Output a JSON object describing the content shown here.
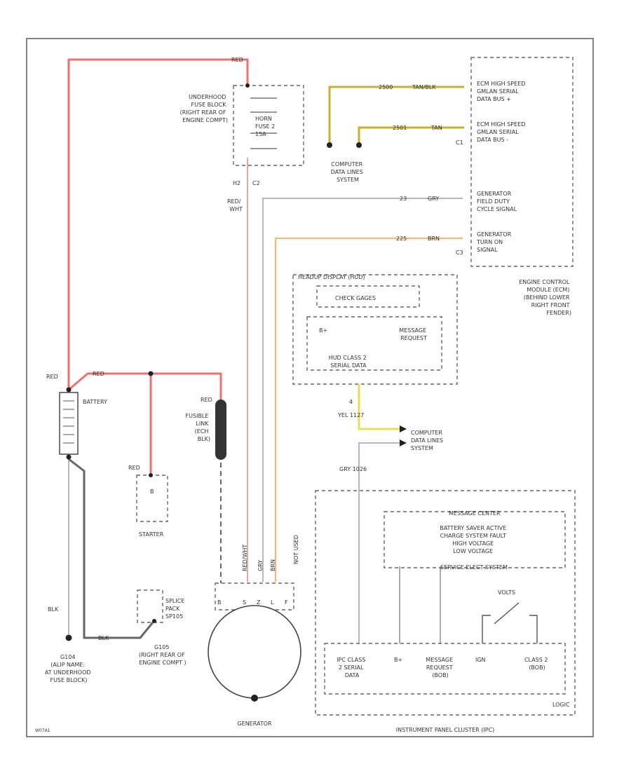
{
  "labels": {
    "underhood_fuse_block": [
      "UNDERHOOD",
      "FUSE BLOCK",
      "(RIGHT REAR OF",
      "ENGINE COMPT)"
    ],
    "horn_fuse": [
      "HORN",
      "FUSE 2",
      "15A"
    ],
    "c_h2": "H2",
    "c_c2": "C2",
    "red_wht": [
      "RED/",
      "WHT"
    ],
    "red_top": "RED",
    "computer_data_lines_1": [
      "COMPUTER",
      "DATA LINES",
      "SYSTEM"
    ],
    "computer_data_lines_2": [
      "COMPUTER",
      "DATA LINES",
      "SYSTEM"
    ],
    "ecm_can_plus": [
      "ECM HIGH SPEED",
      "GMLAN SERIAL",
      "DATA BUS +"
    ],
    "ecm_can_minus": [
      "ECM HIGH SPEED",
      "GMLAN SERIAL",
      "DATA BUS -"
    ],
    "wire_2500": "2500",
    "wire_2501": "2501",
    "tan_blk": "TAN/BLK",
    "tan": "TAN",
    "c1": "C1",
    "c3": "C3",
    "gen_field": [
      "GENERATOR",
      "FIELD DUTY",
      "CYCLE SIGNAL"
    ],
    "gen_turn_on": [
      "GENERATOR",
      "TURN ON",
      "SIGNAL"
    ],
    "wire_23": "23",
    "wire_225": "225",
    "gry": "GRY",
    "brn": "BRN",
    "ecm_desc": [
      "ENGINE CONTROL",
      "MODULE (ECM)",
      "(BEHIND LOWER",
      "RIGHT FRONT",
      "FENDER)"
    ],
    "hud": "HEADUP DISPLAY (HUD)",
    "check_gages": "CHECK GAGES",
    "b_plus": "B+",
    "message_request": [
      "MESSAGE",
      "REQUEST"
    ],
    "hud_class2": [
      "HUD CLASS 2",
      "SERIAL DATA"
    ],
    "hud_pin": "4",
    "yel_1127": "YEL 1127",
    "gry_1026": "GRY 1026",
    "red_mid": "RED",
    "red_starter": "RED",
    "red_fusible": "RED",
    "red_batt": "RED",
    "battery": "BATTERY",
    "fusible_link": [
      "FUSIBLE",
      "LINK",
      "(ECH",
      "BLK)"
    ],
    "starter_b": "B",
    "starter": "STARTER",
    "blk_left": "BLK",
    "blk_bottom": "BLK",
    "g104": [
      "G104",
      "(ALIP NAME:",
      "AT UNDERHOOD",
      "FUSE BLOCK)"
    ],
    "g105": [
      "G105",
      "(RIGHT REAR OF",
      "ENGINE COMPT )"
    ],
    "splice_pack": [
      "SPLICE",
      "PACK",
      "SP105"
    ],
    "generator": "GENERATOR",
    "gen_terminals": [
      "B",
      "S",
      "Z",
      "L",
      "F"
    ],
    "gen_wire_labels": [
      "RED/WHT",
      "GRY",
      "BRN"
    ],
    "not_used": "NOT USED",
    "message_center": "MESSAGE CENTER",
    "msg_lines": [
      "BATTERY SAVER ACTIVE",
      "CHARGE SYSTEM FAULT",
      "HIGH VOLTAGE",
      "LOW VOLTAGE",
      "SERVICE ELECT SYSTEM"
    ],
    "volts": "VOLTS",
    "ipc_class2": [
      "IPC CLASS",
      "2 SERIAL",
      "DATA"
    ],
    "ipc_b_plus": "B+",
    "ipc_msg_req": [
      "MESSAGE",
      "REQUEST",
      "(BOB)"
    ],
    "ign": "IGN",
    "class2_bob": [
      "CLASS 2",
      "(BOB)"
    ],
    "logic": "LOGIC",
    "ipc": "INSTRUMENT PANEL CLUSTER (IPC)",
    "fig_id": "W07A1"
  }
}
